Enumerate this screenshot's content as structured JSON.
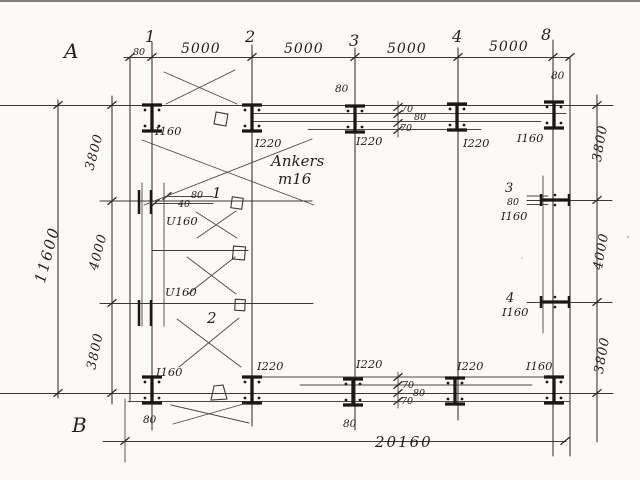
{
  "axes": {
    "row_top": "A",
    "row_bottom": "B",
    "col_labels": [
      "1",
      "2",
      "3",
      "4",
      "8"
    ]
  },
  "dims_top": {
    "offset_left": "80",
    "spans": [
      "5000",
      "5000",
      "5000",
      "5000"
    ],
    "offset_right": "80",
    "col3_offset": "80",
    "depth": [
      "70",
      "80",
      "70"
    ]
  },
  "dims_bottom": {
    "total": "20160",
    "depth": [
      "70",
      "80",
      "70"
    ],
    "col1_offset": "80",
    "col3_offset": "80"
  },
  "dims_left": {
    "total": "11600",
    "segments": [
      "3800",
      "4000",
      "3800"
    ]
  },
  "dims_right": {
    "segments": [
      "3800",
      "4000",
      "3800"
    ],
    "row3_width": "80"
  },
  "dims_wall": {
    "a": "80",
    "b": "40"
  },
  "beams_top": [
    "I160",
    "I220",
    "I220",
    "I220",
    "I160"
  ],
  "beams_bottom": [
    "I160",
    "I220",
    "I220",
    "I220",
    "I160"
  ],
  "channels": [
    "U160",
    "U160"
  ],
  "beams_right": {
    "row3": "I160",
    "row4": "I160"
  },
  "note": {
    "line1": "Ankers",
    "line2": "m16"
  },
  "markers": {
    "m1": "1",
    "m2": "2",
    "m3": "3",
    "m4": "4"
  }
}
